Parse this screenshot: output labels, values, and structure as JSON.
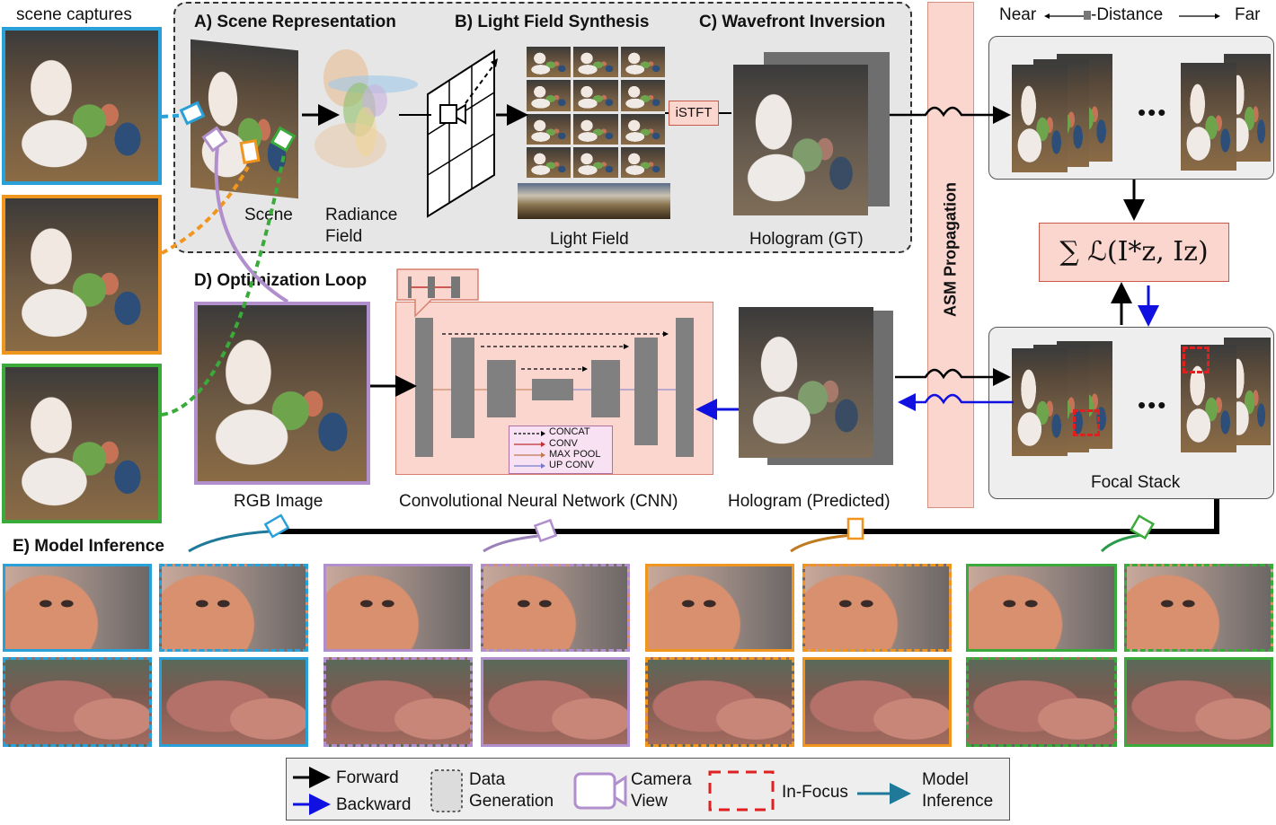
{
  "labels": {
    "scene_captures": "scene captures",
    "sec_a": "A) Scene Representation",
    "sec_b": "B) Light Field Synthesis",
    "sec_c": "C) Wavefront Inversion",
    "sec_d": "D) Optimization Loop",
    "sec_e": "E) Model Inference",
    "scene": "Scene",
    "radiance_1": "Radiance",
    "radiance_2": "Field",
    "light_field": "Light Field",
    "hologram_gt": "Hologram (GT)",
    "istft": "iSTFT",
    "asm": "ASM Propagation",
    "near": "Near",
    "distance": "-Distance",
    "far": "Far",
    "dots": "•••",
    "loss": "∑ ℒ(I*z, Iz)",
    "focal_stack": "Focal Stack",
    "rgb_image": "RGB Image",
    "cnn": "Convolutional Neural Network (CNN)",
    "hologram_pred": "Hologram (Predicted)"
  },
  "cnn_legend": {
    "concat": "CONCAT",
    "conv": "CONV",
    "maxpool": "MAX POOL",
    "upconv": "UP CONV"
  },
  "legend": {
    "forward": "Forward",
    "backward": "Backward",
    "data_1": "Data",
    "data_2": "Generation",
    "camera_1": "Camera",
    "camera_2": "View",
    "infocus": "In-Focus",
    "inference_1": "Model",
    "inference_2": "Inference"
  },
  "colors": {
    "blue": "#2aa0d8",
    "orange": "#f0961e",
    "green": "#3aaa3a",
    "purple": "#b18fcc",
    "backward": "#1010e0",
    "infocus": "#e02020",
    "salmon": "#fbd6cf",
    "inference_arrow": "#1f7a9a"
  }
}
